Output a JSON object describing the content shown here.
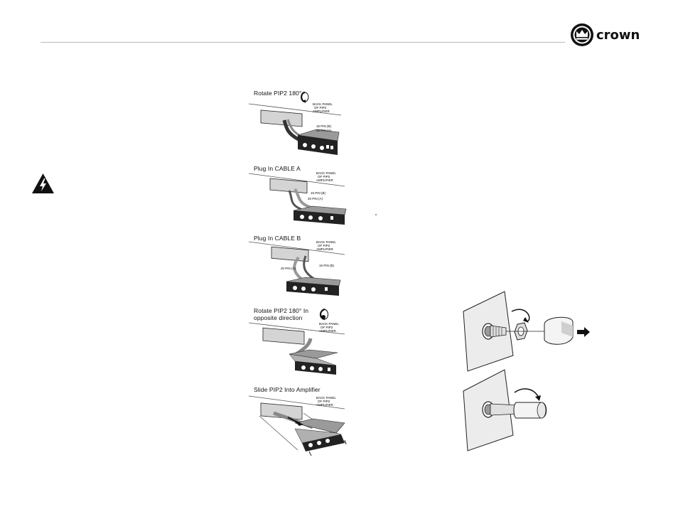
{
  "header": {
    "logo_text": "crown"
  },
  "warning": {
    "icon": "electrical-hazard-icon"
  },
  "steps": [
    {
      "caption": "Rotate PIP2 180°",
      "rotate_icon": "rotate-clockwise-icon",
      "labels": {
        "panel_1": "BACK PANEL",
        "panel_2": "OF PIP2",
        "panel_3": "AMPLIFIER",
        "pin_b": "16 PIN (B)",
        "pin_a": "20 PIN (A)"
      }
    },
    {
      "caption": "Plug In CABLE A",
      "labels": {
        "panel_1": "BACK PANEL",
        "panel_2": "OF PIP2",
        "panel_3": "AMPLIFIER",
        "pin_b": "16 PIN (B)",
        "pin_a": "20 PIN (A)"
      }
    },
    {
      "caption": "Plug In CABLE B",
      "labels": {
        "panel_1": "BACK PANEL",
        "panel_2": "OF PIP2",
        "panel_3": "AMPLIFIER",
        "pin_b": "16 PIN (B)",
        "pin_a": "20 PIN (A)"
      }
    },
    {
      "caption_line1": "Rotate PIP2 180° In",
      "caption_line2": "opposite direction",
      "rotate_icon": "rotate-counterclockwise-icon",
      "labels": {
        "panel_1": "BACK PANEL",
        "panel_2": "OF PIP2",
        "panel_3": "AMPLIFIER"
      }
    },
    {
      "caption": "Slide PIP2 Into Amplifier",
      "labels": {
        "panel_1": "BACK PANEL",
        "panel_2": "OF PIP2",
        "panel_3": "AMPLIFIER"
      }
    }
  ]
}
